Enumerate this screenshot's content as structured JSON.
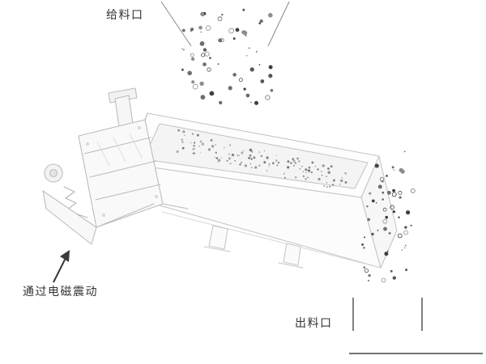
{
  "labels": {
    "feed_inlet": "给料口",
    "vibration_note": "通过电磁震动",
    "discharge_outlet": "出料口"
  },
  "colors": {
    "text": "#333333",
    "sketch_light": "#c6c6c6",
    "sketch_mid": "#bdbdbd",
    "hopper_line": "#8a8a8a",
    "arrow": "#3a3a3a",
    "chute_line": "#555555",
    "bottom_rule": "#444444"
  }
}
